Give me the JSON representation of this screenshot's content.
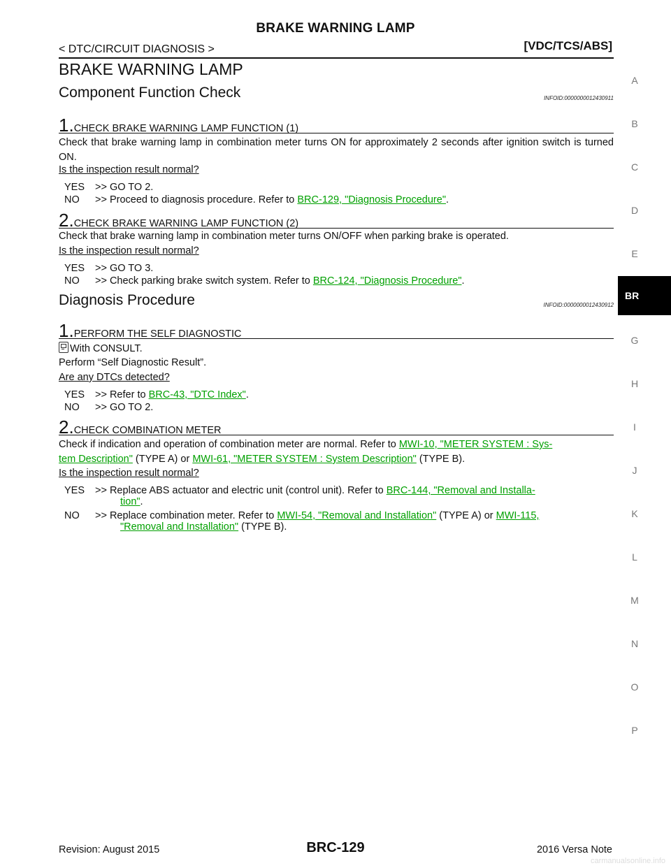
{
  "header": {
    "title": "BRAKE WARNING LAMP",
    "breadcrumb": "< DTC/CIRCUIT DIAGNOSIS >",
    "system": "[VDC/TCS/ABS]"
  },
  "page_title": "BRAKE WARNING LAMP",
  "sections": {
    "cfc": {
      "title": "Component Function Check",
      "infoid": "INFOID:0000000012430911",
      "step1": {
        "num": "1.",
        "title": "CHECK BRAKE WARNING LAMP FUNCTION (1)",
        "body": "Check that brake warning lamp in combination meter turns ON for approximately 2 seconds after ignition switch is turned ON.",
        "question": "Is the inspection result normal?",
        "yes_label": "YES",
        "yes_text": ">> GO TO 2.",
        "no_label": "NO",
        "no_text": ">> Proceed to diagnosis procedure. Refer to",
        "no_link": "BRC-129, \"Diagnosis Procedure\"",
        "no_tail": "."
      },
      "step2": {
        "num": "2.",
        "title": "CHECK BRAKE WARNING LAMP FUNCTION (2)",
        "body": "Check that brake warning lamp in combination meter turns ON/OFF when parking brake is operated.",
        "question": "Is the inspection result normal?",
        "yes_label": "YES",
        "yes_text": ">> GO TO 3.",
        "no_label": "NO",
        "no_text": ">> Check parking brake switch system. Refer to",
        "no_link": "BRC-124, \"Diagnosis Procedure\"",
        "no_tail": "."
      }
    },
    "dp": {
      "title": "Diagnosis Procedure",
      "infoid": "INFOID:0000000012430912",
      "step1": {
        "num": "1.",
        "title": "PERFORM THE SELF DIAGNOSTIC",
        "consult": "With CONSULT.",
        "body": "Perform “Self Diagnostic Result”.",
        "question": "Are any DTCs detected?",
        "yes_label": "YES",
        "yes_text": ">> Refer to",
        "yes_link": "BRC-43, \"DTC Index\"",
        "yes_tail": ".",
        "no_label": "NO",
        "no_text": ">> GO TO 2."
      },
      "step2": {
        "num": "2.",
        "title": "CHECK COMBINATION METER",
        "body_pre": "Check if indication and operation of combination meter are normal. Refer to",
        "link1a": "MWI-10, \"METER SYSTEM : Sys-",
        "link1b": "tem Description\"",
        "mid": "(TYPE A) or",
        "link2": "MWI-61, \"METER SYSTEM : System Description\"",
        "body_tail": "(TYPE B).",
        "question": "Is the inspection result normal?",
        "yes_label": "YES",
        "yes_text": ">> Replace ABS actuator and electric unit (control unit). Refer to",
        "yes_link_a": "BRC-144, \"Removal and Installa-",
        "yes_link_b": "tion\"",
        "yes_tail": ".",
        "no_label": "NO",
        "no_text": ">> Replace combination meter. Refer to",
        "no_link1": "MWI-54, \"Removal and Installation\"",
        "no_mid": "(TYPE A) or",
        "no_link2a": "MWI-115,",
        "no_link2b": "\"Removal and Installation\"",
        "no_tail": "(TYPE B)."
      }
    }
  },
  "side_tabs": [
    "A",
    "B",
    "C",
    "D",
    "E",
    "G",
    "H",
    "I",
    "J",
    "K",
    "L",
    "M",
    "N",
    "O",
    "P"
  ],
  "active_tab": "BR",
  "footer": {
    "revision": "Revision: August 2015",
    "page": "BRC-129",
    "model": "2016 Versa Note"
  },
  "watermark": "carmanualsonline.info"
}
